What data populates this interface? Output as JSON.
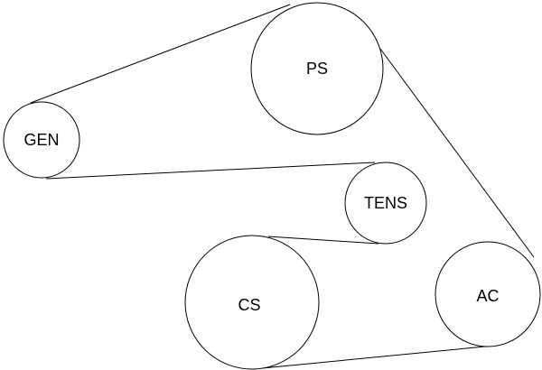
{
  "diagram": {
    "title": "",
    "pulleys": {
      "ps": {
        "label": "PS"
      },
      "gen": {
        "label": "GEN"
      },
      "tens": {
        "label": "TENS"
      },
      "cs": {
        "label": "CS"
      },
      "ac": {
        "label": "AC"
      }
    },
    "colors": {
      "stroke": "#000000",
      "fill": "#ffffff"
    }
  }
}
